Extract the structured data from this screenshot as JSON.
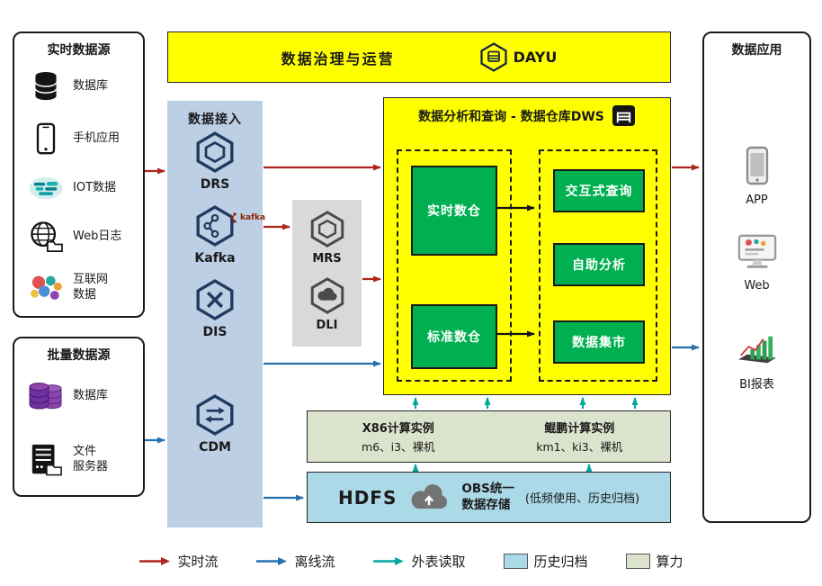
{
  "banner": {
    "title": "数据治理与运营",
    "logo_text": "DAYU"
  },
  "realtime_sources": {
    "title": "实时数据源",
    "items": [
      {
        "label": "数据库",
        "icon": "database-icon"
      },
      {
        "label": "手机应用",
        "icon": "mobile-phone-icon"
      },
      {
        "label": "IOT数据",
        "icon": "iot-icon"
      },
      {
        "label": "Web日志",
        "icon": "web-log-icon"
      },
      {
        "label": "互联网\n数据",
        "icon": "internet-data-icon"
      }
    ]
  },
  "batch_sources": {
    "title": "批量数据源",
    "items": [
      {
        "label": "数据库",
        "icon": "purple-database-icon"
      },
      {
        "label": "文件\n服务器",
        "icon": "file-server-icon"
      }
    ]
  },
  "ingestion": {
    "title": "数据接入",
    "items": [
      {
        "label": "DRS",
        "icon": "drs-hexagon-icon"
      },
      {
        "label": "Kafka",
        "badge": "kafka",
        "icon": "kafka-hexagon-icon"
      },
      {
        "label": "DIS",
        "icon": "dis-hexagon-icon"
      },
      {
        "label": "CDM",
        "icon": "cdm-hexagon-icon"
      }
    ]
  },
  "processing": {
    "items": [
      {
        "label": "MRS",
        "icon": "mrs-hexagon-icon"
      },
      {
        "label": "DLI",
        "icon": "dli-hexagon-icon"
      }
    ]
  },
  "warehouse": {
    "title": "数据分析和查询 - 数据仓库DWS",
    "left_boxes": [
      {
        "label": "实时数仓"
      },
      {
        "label": "标准数仓"
      }
    ],
    "right_boxes": [
      {
        "label": "交互式查询"
      },
      {
        "label": "自助分析"
      },
      {
        "label": "数据集市"
      }
    ]
  },
  "compute": {
    "clusters": [
      {
        "name": "X86计算实例",
        "specs": "m6、i3、裸机"
      },
      {
        "name": "鲲鹏计算实例",
        "specs": "km1、ki3、裸机"
      }
    ]
  },
  "storage": {
    "hdfs_label": "HDFS",
    "obs_label": "OBS统一\n数据存储",
    "note": "(低频使用、历史归档)"
  },
  "applications": {
    "title": "数据应用",
    "items": [
      {
        "label": "APP",
        "icon": "app-phone-icon"
      },
      {
        "label": "Web",
        "icon": "web-monitor-icon"
      },
      {
        "label": "BI报表",
        "icon": "bi-chart-icon"
      }
    ]
  },
  "legend": {
    "items": [
      {
        "label": "实时流",
        "type": "arrow"
      },
      {
        "label": "离线流",
        "type": "arrow"
      },
      {
        "label": "外表读取",
        "type": "arrow"
      },
      {
        "label": "历史归档",
        "type": "swatch"
      },
      {
        "label": "算力",
        "type": "swatch"
      }
    ]
  },
  "colors": {
    "realtime_flow": "#ad261d",
    "offline_flow": "#2471b0",
    "external_read": "#00a99c",
    "archive": "#abd9e7",
    "compute_power": "#dce3cc",
    "warehouse_bg": "#ffff00",
    "green_module": "#00b050",
    "ingestion_bg": "#bccfe5"
  }
}
